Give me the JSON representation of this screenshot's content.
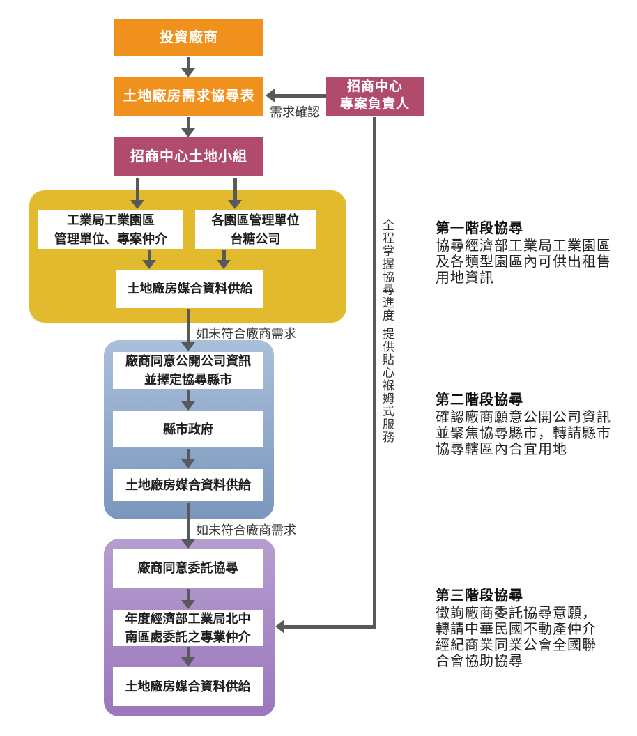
{
  "colors": {
    "orange": "#F0911D",
    "rose": "#B14B6B",
    "gold": "#E2BA2D",
    "blue_top": "#A9C0DB",
    "blue_bottom": "#7A96BC",
    "purple_top": "#B59ECF",
    "purple_bottom": "#9B77BD",
    "arrow_gray": "#58595B",
    "white_box": "#FFFFFF"
  },
  "nodes": {
    "investor": "投資廠商",
    "needs_form": "土地廠房需求協尋表",
    "project_manager": "招商中心\n專案負責人",
    "land_team": "招商中心土地小組"
  },
  "stage1": {
    "box_left": "工業局工業園區\n管理單位、專案仲介",
    "box_right": "各園區管理單位\n台糖公司",
    "box_supply": "土地廠房媒合資料供給"
  },
  "stage2": {
    "box_agree": "廠商同意公開公司資訊\n並擇定協尋縣市",
    "box_gov": "縣市政府",
    "box_supply": "土地廠房媒合資料供給"
  },
  "stage3": {
    "box_agree": "廠商同意委託協尋",
    "box_broker": "年度經濟部工業局北中\n南區處委託之專業仲介",
    "box_supply": "土地廠房媒合資料供給"
  },
  "labels": {
    "demand_confirm": "需求確認",
    "not_match_1": "如未符合廠商需求",
    "not_match_2": "如未符合廠商需求",
    "vertical_1": "全程掌握協尋進度",
    "vertical_2": "提供貼心褓姆式服務"
  },
  "annotations": {
    "stage1_title": "第一階段協尋",
    "stage1_body": "協尋經濟部工業局工業園區\n及各類型園區內可供出租售\n用地資訊",
    "stage2_title": "第二階段協尋",
    "stage2_body": "確認廠商願意公開公司資訊\n並聚焦協尋縣市，轉請縣市\n協尋轄區內合宜用地",
    "stage3_title": "第三階段協尋",
    "stage3_body": "徵詢廠商委託協尋意願，\n轉請中華民國不動產仲介\n經紀商業同業公會全國聯\n合會協助協尋"
  }
}
